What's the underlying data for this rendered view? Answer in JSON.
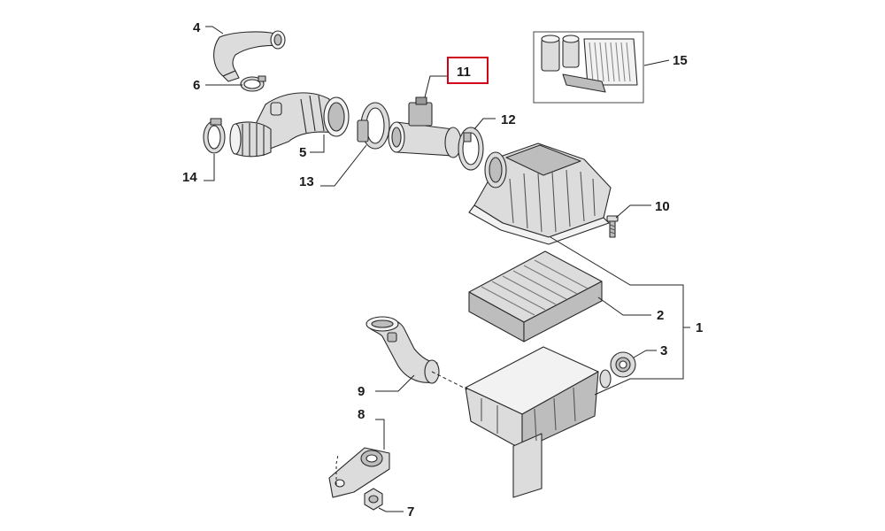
{
  "diagram": {
    "labels": {
      "p1": "1",
      "p2": "2",
      "p3": "3",
      "p4": "4",
      "p5": "5",
      "p6": "6",
      "p7": "7",
      "p8": "8",
      "p9": "9",
      "p10": "10",
      "p11": "11",
      "p12": "12",
      "p13": "13",
      "p14": "14",
      "p15": "15"
    },
    "highlighted_part": "11",
    "highlight_color": "#d0021b"
  }
}
